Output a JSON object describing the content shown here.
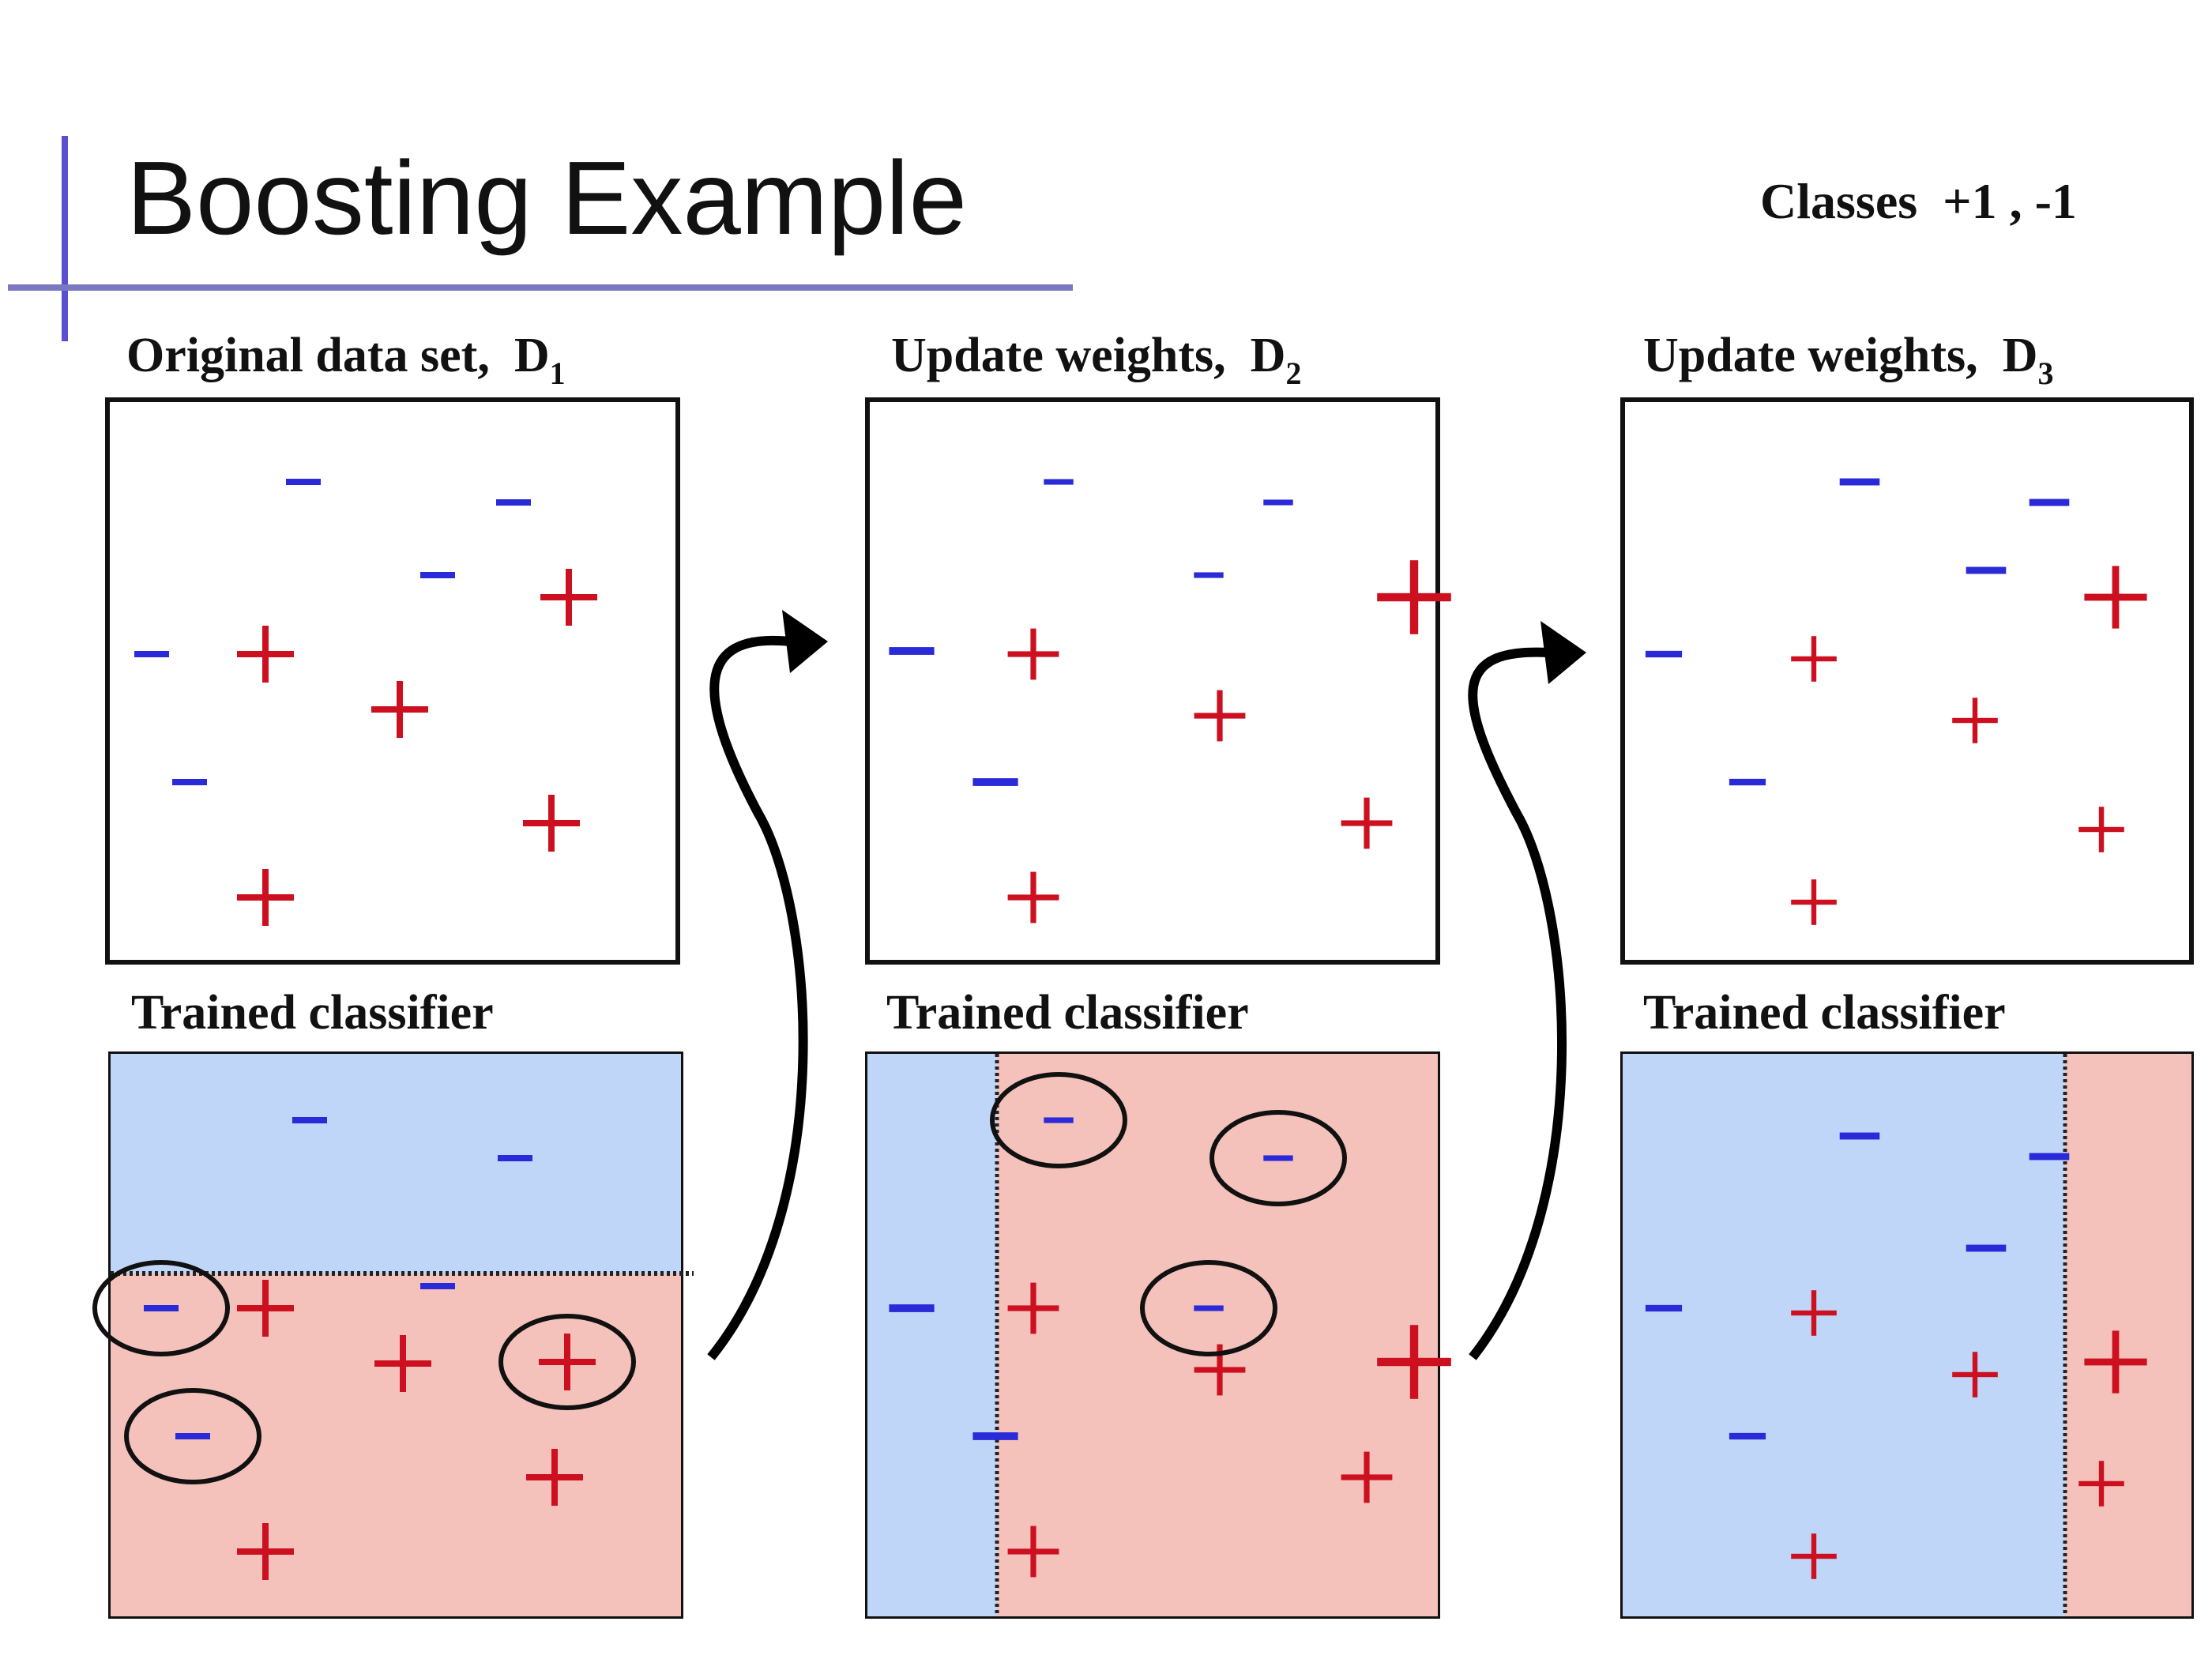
{
  "slide": {
    "title": "Boosting Example",
    "classes_note": "Classes  +1 , -1"
  },
  "colors": {
    "accent_rule": "#7b78c2",
    "accent_bar": "#5a4fd0",
    "minus": "#2a2ad8",
    "plus": "#cc1020",
    "region_blue": "#c0d6f8",
    "region_pink": "#f4c2bb"
  },
  "panels": [
    {
      "data_label": "Original data set,  D",
      "data_sub": "1",
      "classifier_label": "Trained classifier",
      "split": "horizontal",
      "points": [
        {
          "id": "a",
          "cls": "minus",
          "w": 1,
          "circled": false
        },
        {
          "id": "b",
          "cls": "minus",
          "w": 1,
          "circled": false
        },
        {
          "id": "c",
          "cls": "minus",
          "w": 1,
          "circled": false
        },
        {
          "id": "d",
          "cls": "plus",
          "w": 1,
          "circled": true
        },
        {
          "id": "e",
          "cls": "minus",
          "w": 1,
          "circled": true
        },
        {
          "id": "f",
          "cls": "plus",
          "w": 1,
          "circled": false
        },
        {
          "id": "g",
          "cls": "plus",
          "w": 1,
          "circled": false
        },
        {
          "id": "h",
          "cls": "minus",
          "w": 1,
          "circled": true
        },
        {
          "id": "i",
          "cls": "plus",
          "w": 1,
          "circled": false
        },
        {
          "id": "j",
          "cls": "plus",
          "w": 1,
          "circled": false
        }
      ]
    },
    {
      "data_label": "Update weights,  D",
      "data_sub": "2",
      "classifier_label": "Trained classifier",
      "split": "vertical-left",
      "points": [
        {
          "id": "a",
          "cls": "minus",
          "w": 0.7,
          "circled": true
        },
        {
          "id": "b",
          "cls": "minus",
          "w": 0.7,
          "circled": true
        },
        {
          "id": "c",
          "cls": "minus",
          "w": 0.7,
          "circled": true
        },
        {
          "id": "d",
          "cls": "plus",
          "w": 1.6,
          "circled": false
        },
        {
          "id": "e",
          "cls": "minus",
          "w": 1.6,
          "circled": false
        },
        {
          "id": "f",
          "cls": "plus",
          "w": 0.8,
          "circled": false
        },
        {
          "id": "g",
          "cls": "plus",
          "w": 0.8,
          "circled": false
        },
        {
          "id": "h",
          "cls": "minus",
          "w": 1.6,
          "circled": false
        },
        {
          "id": "i",
          "cls": "plus",
          "w": 0.8,
          "circled": false
        },
        {
          "id": "j",
          "cls": "plus",
          "w": 0.8,
          "circled": false
        }
      ]
    },
    {
      "data_label": "Update weights,  D",
      "data_sub": "3",
      "classifier_label": "Trained classifier",
      "split": "vertical-right",
      "points": [
        {
          "id": "a",
          "cls": "minus",
          "w": 1.3,
          "circled": false
        },
        {
          "id": "b",
          "cls": "minus",
          "w": 1.3,
          "circled": false
        },
        {
          "id": "c",
          "cls": "minus",
          "w": 1.3,
          "circled": false
        },
        {
          "id": "d",
          "cls": "plus",
          "w": 1.2,
          "circled": false
        },
        {
          "id": "e",
          "cls": "minus",
          "w": 1.1,
          "circled": false
        },
        {
          "id": "f",
          "cls": "plus",
          "w": 0.6,
          "circled": false
        },
        {
          "id": "g",
          "cls": "plus",
          "w": 0.6,
          "circled": false
        },
        {
          "id": "h",
          "cls": "minus",
          "w": 1.1,
          "circled": false
        },
        {
          "id": "i",
          "cls": "plus",
          "w": 0.6,
          "circled": false
        },
        {
          "id": "j",
          "cls": "plus",
          "w": 0.6,
          "circled": false
        }
      ]
    }
  ]
}
